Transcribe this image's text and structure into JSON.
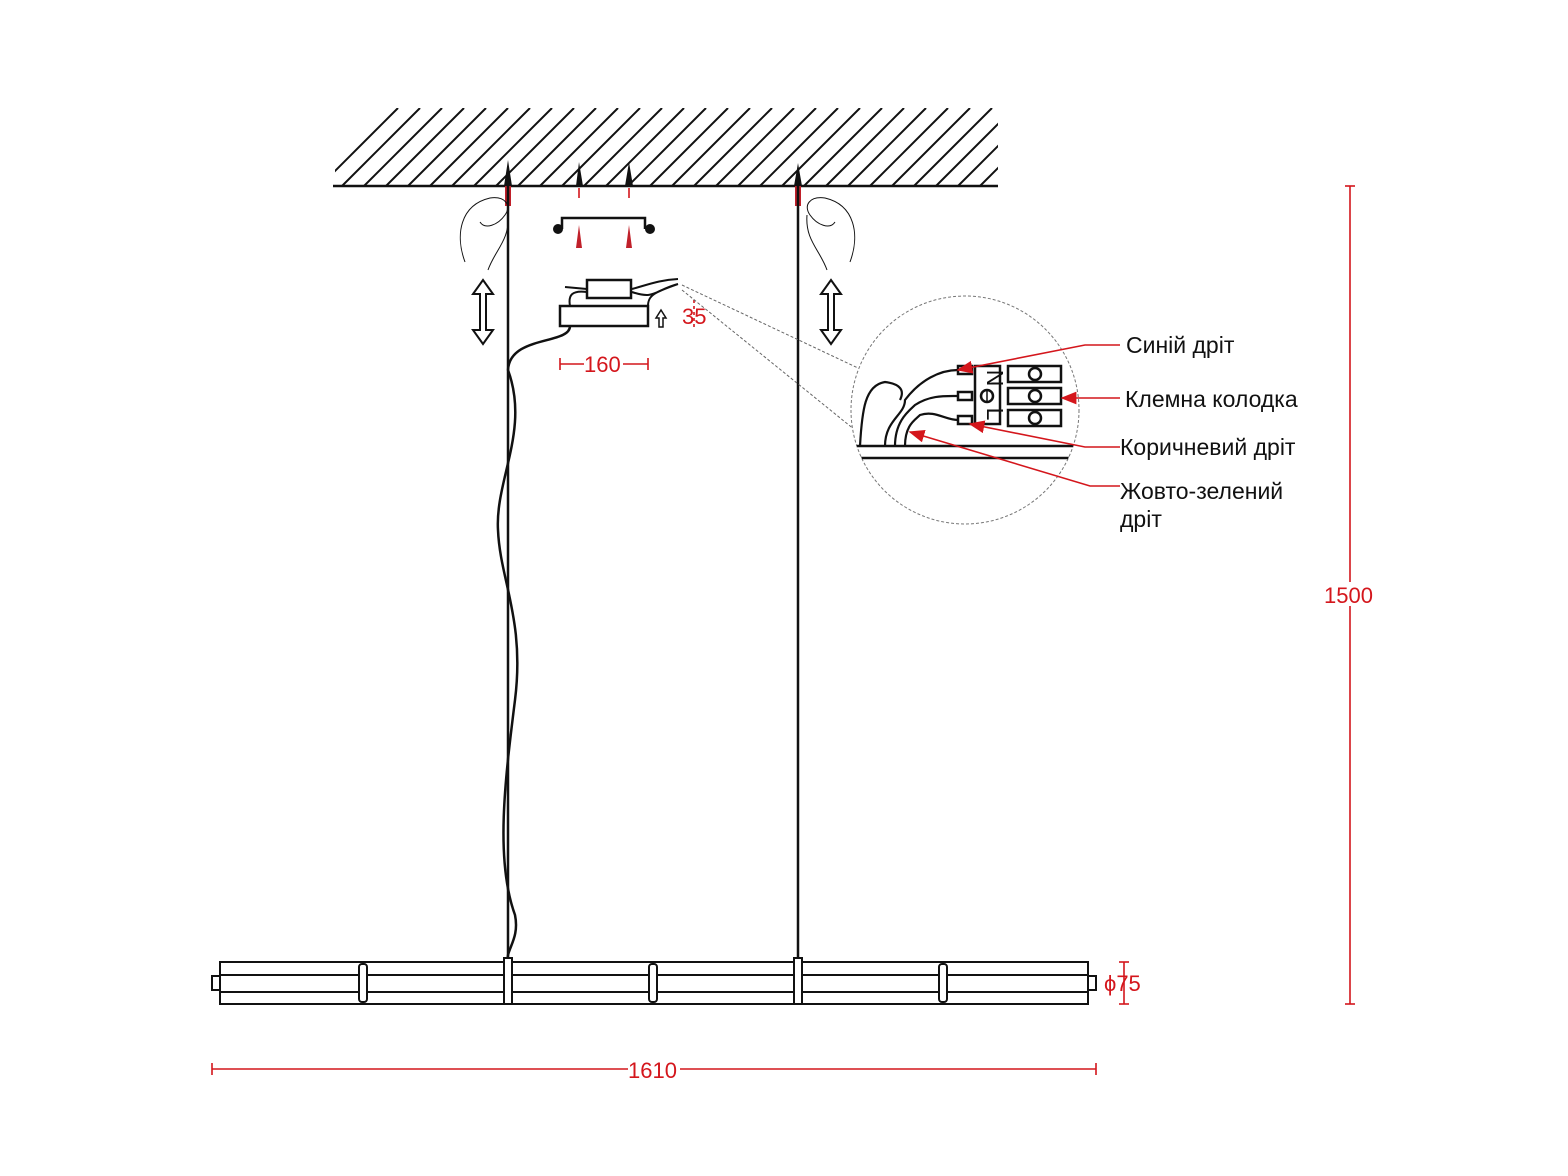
{
  "callouts": {
    "blue_wire": "Синій дріт",
    "terminal_block": "Клемна колодка",
    "brown_wire": "Коричневий дріт",
    "yellow_green_wire_1": "Жовто-зелений",
    "yellow_green_wire_2": "дріт"
  },
  "terminal_marks": {
    "neutral": "N",
    "live": "L"
  },
  "dimensions": {
    "driver_height": "35",
    "driver_width": "160",
    "total_height": "1500",
    "total_length": "1610",
    "tube_diameter": "ϕ75"
  },
  "colors": {
    "dimension": "#d4161c",
    "line": "#111111"
  }
}
